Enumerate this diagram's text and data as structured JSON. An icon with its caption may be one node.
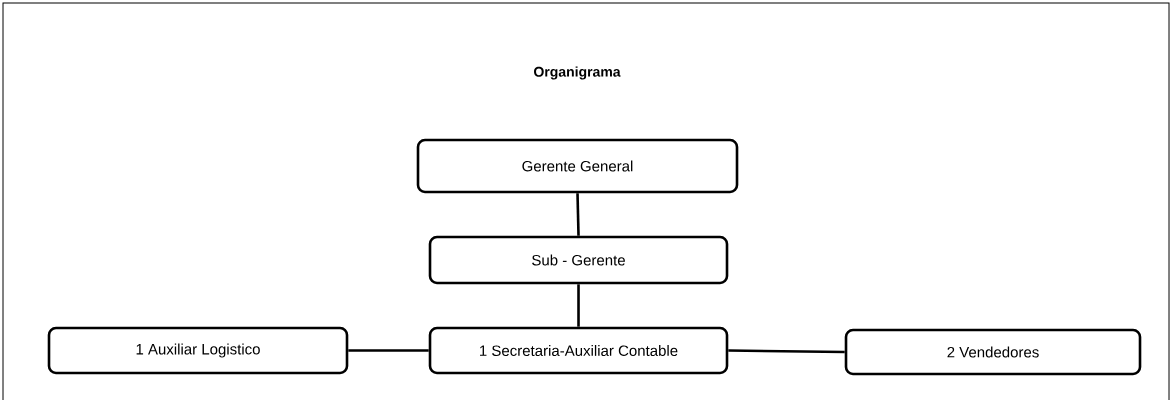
{
  "diagram": {
    "title": "Organigrama",
    "nodes": [
      {
        "text": [
          "Gerente General"
        ]
      },
      {
        "text": [
          "Sub - Gerente"
        ]
      },
      {
        "text": [
          "1 Auxiliar Logistico"
        ]
      },
      {
        "text": [
          "1 Secretaria-Auxiliar Contable"
        ]
      },
      {
        "text": [
          "2 Vendedores"
        ]
      }
    ],
    "edges": [
      {
        "from": 0,
        "to": 1,
        "arrow": "none"
      },
      {
        "from": 1,
        "to": 3,
        "arrow": "none"
      },
      {
        "from": 3,
        "to": 2,
        "arrow": "none"
      },
      {
        "from": 3,
        "to": 4,
        "arrow": "none"
      }
    ]
  }
}
